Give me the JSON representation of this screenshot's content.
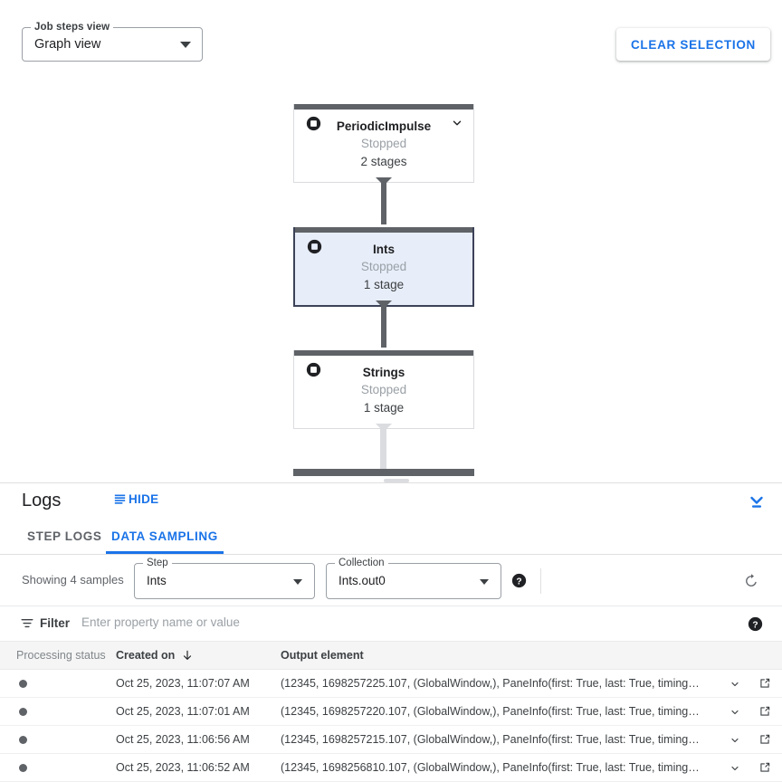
{
  "graph": {
    "view_select": {
      "label": "Job steps view",
      "value": "Graph view",
      "caret_icon": "chevron-down-icon"
    },
    "clear_selection_label": "CLEAR SELECTION",
    "nodes": [
      {
        "title": "PeriodicImpulse",
        "status": "Stopped",
        "stages": "2 stages",
        "selected": false,
        "has_chevron": true,
        "icon": "stop-circle-icon"
      },
      {
        "title": "Ints",
        "status": "Stopped",
        "stages": "1 stage",
        "selected": true,
        "has_chevron": false,
        "icon": "stop-circle-icon"
      },
      {
        "title": "Strings",
        "status": "Stopped",
        "stages": "1 stage",
        "selected": false,
        "has_chevron": false,
        "icon": "stop-circle-icon"
      }
    ],
    "colors": {
      "node_topbar": "#5f6368",
      "node_border": "#dadce0",
      "selected_fill": "#e8eef9",
      "selected_border": "#3c4257",
      "edge_active": "#5f6368",
      "edge_inactive": "#dadce0"
    }
  },
  "logs": {
    "title": "Logs",
    "hide_label": "HIDE",
    "hide_icon": "list-lines-icon",
    "collapse_icon": "collapse-down-icon",
    "tabs": [
      {
        "label": "STEP LOGS",
        "active": false
      },
      {
        "label": "DATA SAMPLING",
        "active": true
      }
    ],
    "controls": {
      "showing_text": "Showing 4 samples",
      "step": {
        "label": "Step",
        "value": "Ints",
        "caret_icon": "chevron-down-icon"
      },
      "collection": {
        "label": "Collection",
        "value": "Ints.out0",
        "caret_icon": "chevron-down-icon"
      },
      "help_icon": "help-circle-icon",
      "refresh_icon": "refresh-icon"
    },
    "filter": {
      "icon": "filter-icon",
      "label": "Filter",
      "placeholder": "Enter property name or value",
      "value": "",
      "help_icon": "help-circle-icon"
    },
    "table": {
      "columns": [
        {
          "key": "status",
          "label": "Processing status",
          "muted": true
        },
        {
          "key": "created",
          "label": "Created on",
          "muted": false,
          "sort": "desc",
          "sort_icon": "arrow-down-icon"
        },
        {
          "key": "output",
          "label": "Output element",
          "muted": false
        }
      ],
      "rows": [
        {
          "status_icon": "status-dot",
          "created": "Oct 25, 2023, 11:07:07 AM",
          "output": "(12345, 1698257225.107, (GlobalWindow,), PaneInfo(first: True, last: True, timing…",
          "expand_icon": "chevron-down-icon",
          "open_icon": "open-in-new-icon"
        },
        {
          "status_icon": "status-dot",
          "created": "Oct 25, 2023, 11:07:01 AM",
          "output": "(12345, 1698257220.107, (GlobalWindow,), PaneInfo(first: True, last: True, timing…",
          "expand_icon": "chevron-down-icon",
          "open_icon": "open-in-new-icon"
        },
        {
          "status_icon": "status-dot",
          "created": "Oct 25, 2023, 11:06:56 AM",
          "output": "(12345, 1698257215.107, (GlobalWindow,), PaneInfo(first: True, last: True, timing…",
          "expand_icon": "chevron-down-icon",
          "open_icon": "open-in-new-icon"
        },
        {
          "status_icon": "status-dot",
          "created": "Oct 25, 2023, 11:06:52 AM",
          "output": "(12345, 1698256810.107, (GlobalWindow,), PaneInfo(first: True, last: True, timing…",
          "expand_icon": "chevron-down-icon",
          "open_icon": "open-in-new-icon"
        }
      ]
    }
  },
  "theme": {
    "accent": "#1a73e8",
    "text": "#202124",
    "muted": "#5f6368"
  }
}
